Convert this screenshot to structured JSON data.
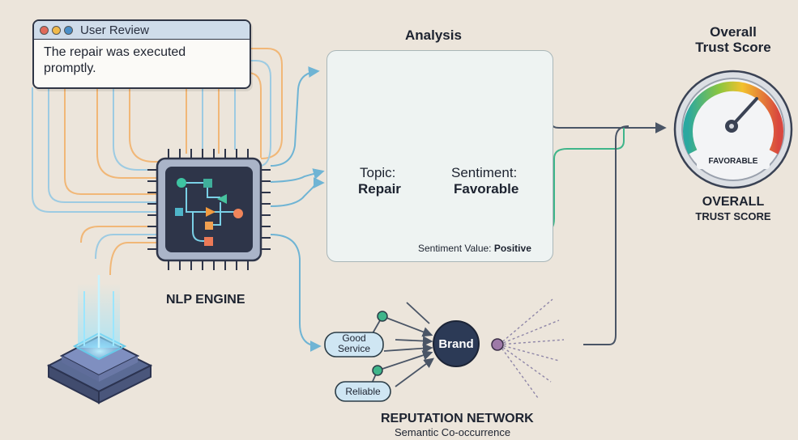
{
  "review": {
    "title": "User Review",
    "text": "The repair was executed promptly."
  },
  "nlp": {
    "label": "NLP ENGINE"
  },
  "analysis": {
    "title": "Analysis",
    "topic_label": "Topic:",
    "topic_value": "Repair",
    "sentiment_label": "Sentiment:",
    "sentiment_value": "Favorable",
    "sentiment_value_prefix": "Sentiment Value:",
    "sentiment_value_value": "Positive"
  },
  "trust": {
    "title_line1": "Overall",
    "title_line2": "Trust Score",
    "gauge_label": "FAVORABLE",
    "bottom_line1": "OVERALL",
    "bottom_line2": "TRUST SCORE"
  },
  "network": {
    "node_good": "Good Service",
    "node_reliable": "Reliable",
    "node_brand": "Brand",
    "title": "REPUTATION NETWORK",
    "subtitle": "Semantic Co-occurrence"
  },
  "colors": {
    "background": "#ece5db",
    "orange_line": "#f1b777",
    "blue_line": "#6fb4d4",
    "green_line": "#3fb58a",
    "dark_line": "#4a5566",
    "chip": "#2e3549",
    "brand_node": "#2c3a56",
    "check_green": "#2fb54d"
  }
}
